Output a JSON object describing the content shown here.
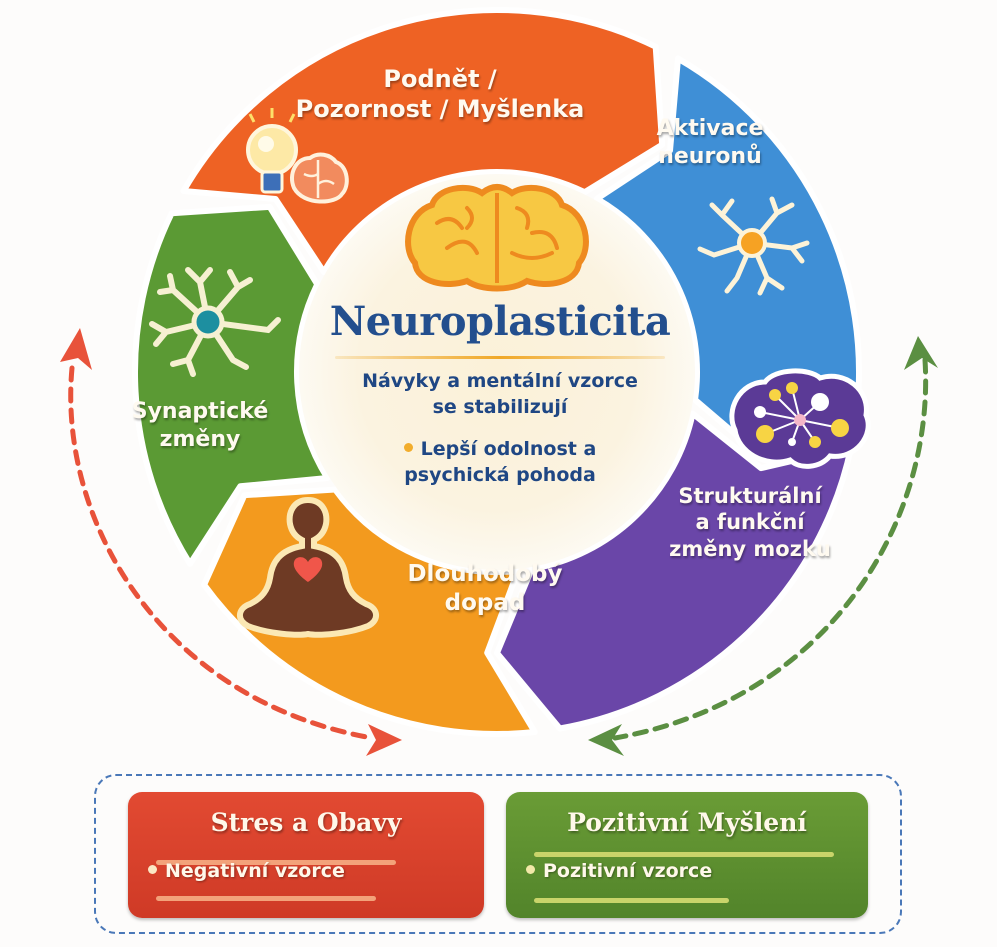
{
  "diagram": {
    "title": "Neuroplasticita",
    "center": {
      "line1": "Návyky a mentální vzorce",
      "line2": "se stabilizují",
      "bullet_line1": "Lepší odolnost a",
      "bullet_line2": "psychická pohoda"
    },
    "cycle_steps": [
      {
        "label_line1": "Podnět /",
        "label_line2": "Pozornost / Myšlenka",
        "color": "#ee6224",
        "icon": "lightbulb-brain-icon"
      },
      {
        "label_line1": "Aktivace",
        "label_line2": "neuronů",
        "color": "#3f8fd6",
        "icon": "neuron-icon"
      },
      {
        "label_line1": "Strukturální",
        "label_line2": "a funkční",
        "label_line3": "změny mozku",
        "color": "#6a46a8",
        "icon": "brain-network-icon"
      },
      {
        "label_line1": "Dlouhodobý",
        "label_line2": "dopad",
        "color": "#f39a1e",
        "icon": "meditation-person-icon"
      },
      {
        "label_line1": "Synaptické",
        "label_line2": "změny",
        "color": "#5b9a34",
        "icon": "synapse-neuron-icon"
      }
    ],
    "feedback_arrows": [
      {
        "side": "left",
        "color": "#e8523a",
        "style": "dashed",
        "direction": "bidirectional"
      },
      {
        "side": "right",
        "color": "#5b8f42",
        "style": "dashed",
        "direction": "bidirectional"
      }
    ],
    "legend": [
      {
        "title": "Stres a Obavy",
        "item": "Negativní vzorce",
        "color": "#d9402c",
        "icon": "warning-lightning-icon"
      },
      {
        "title": "Pozitivní Myšlení",
        "item": "Pozitivní vzorce",
        "color": "#5e9130",
        "icon": "heart-lotus-icon"
      }
    ]
  }
}
